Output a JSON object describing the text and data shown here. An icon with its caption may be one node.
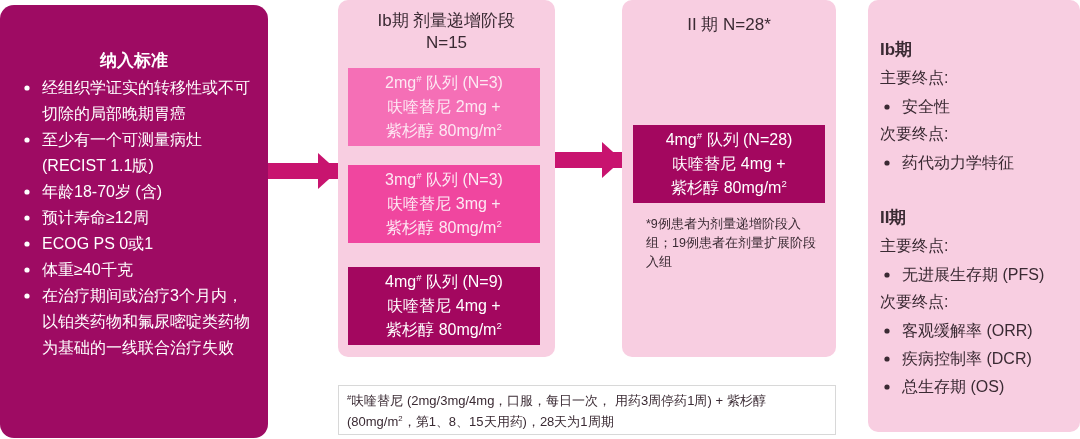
{
  "diagram": {
    "nodes": [
      {
        "text": [
          "纳入标准",
          "经组织学证实的转移性或不可切除的局部晚期胃癌",
          "至少有一个可测量病灶 (RECIST 1.1版)",
          "年龄18-70岁 (含)",
          "预计寿命≥12周",
          "ECOG PS 0或1",
          "体重≥40千克",
          "在治疗期间或治疗3个月内，以铂类药物和氟尿嘧啶类药物为基础的一线联合治疗失败"
        ]
      },
      {
        "text": [
          "Ib期 剂量递增阶段 N=15"
        ]
      },
      {
        "text": [
          "2mg$^{#}$ 队列 (N=3) 呋喹替尼 2mg + 紫杉醇 80mg/m$^{2}$"
        ],
        "in": 1
      },
      {
        "text": [
          "3mg$^{#}$ 队列 (N=3) 呋喹替尼 3mg + 紫杉醇 80mg/m$^{2}$"
        ],
        "in": 1
      },
      {
        "text": [
          "4mg$^{#}$ 队列 (N=9) 呋喹替尼 4mg + 紫杉醇 80mg/m$^{2}$"
        ],
        "in": 1
      },
      {
        "text": [
          "II 期 N=28*",
          "*9例患者为剂量递增阶段入组；19例患者在剂量扩展阶段入组"
        ]
      },
      {
        "text": [
          "4mg$^{#}$ 队列 (N=28) 呋喹替尼 4mg + 紫杉醇 80mg/m$^{2}$"
        ],
        "in": 5
      },
      {
        "text": [
          "Ib期",
          "主要终点:",
          "安全性",
          "次要终点:",
          "药代动力学特征",
          "II期",
          "主要终点:",
          "无进展生存期 (PFS)",
          "次要终点:",
          "客观缓解率 (ORR)",
          "疾病控制率 (DCR)",
          "总生存期 (OS)"
        ]
      },
      {
        "text": [
          "$^{#}$呋喹替尼 (2mg/3mg/4mg，口服，每日一次， 用药3周停药1周) + 紫杉醇 (80mg/m$^{2}$，第1、8、15天用药)，28天为1周期"
        ]
      }
    ],
    "edges": [
      {
        "from": 0,
        "to": 1,
        "arrow": "to"
      },
      {
        "from": 1,
        "to": 5,
        "arrow": "to"
      }
    ]
  }
}
